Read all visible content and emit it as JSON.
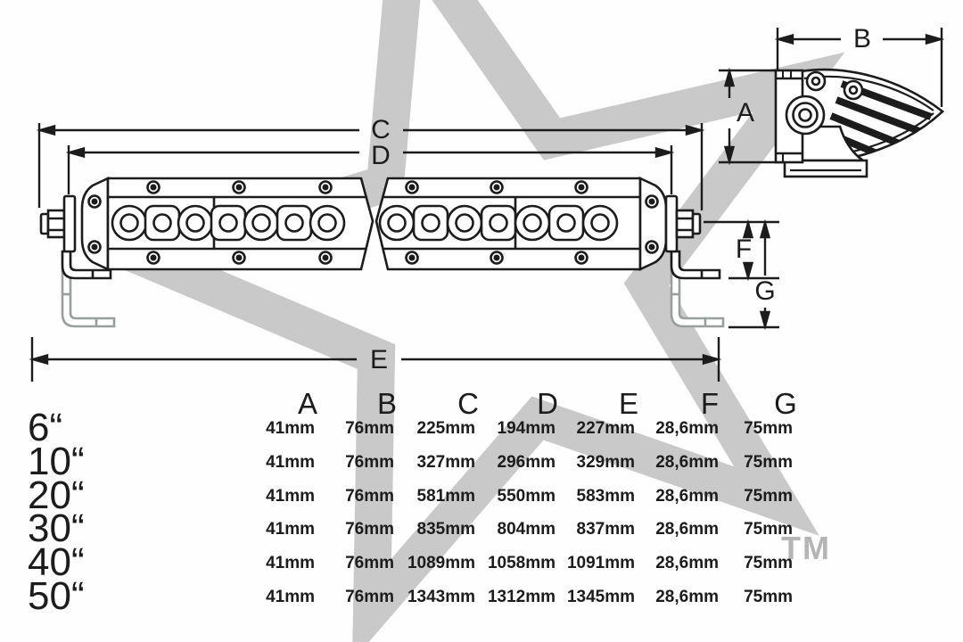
{
  "diagram": {
    "dims": {
      "A": "A",
      "B": "B",
      "C": "C",
      "D": "D",
      "E": "E",
      "F": "F",
      "G": "G"
    },
    "trademark": "TM"
  },
  "table": {
    "headers": [
      "A",
      "B",
      "C",
      "D",
      "E",
      "F",
      "G"
    ],
    "rows": [
      {
        "size": "6“",
        "values": [
          "41mm",
          "76mm",
          "225mm",
          "194mm",
          "227mm",
          "28,6mm",
          "75mm"
        ]
      },
      {
        "size": "10“",
        "values": [
          "41mm",
          "76mm",
          "327mm",
          "296mm",
          "329mm",
          "28,6mm",
          "75mm"
        ]
      },
      {
        "size": "20“",
        "values": [
          "41mm",
          "76mm",
          "581mm",
          "550mm",
          "583mm",
          "28,6mm",
          "75mm"
        ]
      },
      {
        "size": "30“",
        "values": [
          "41mm",
          "76mm",
          "835mm",
          "804mm",
          "837mm",
          "28,6mm",
          "75mm"
        ]
      },
      {
        "size": "40“",
        "values": [
          "41mm",
          "76mm",
          "1089mm",
          "1058mm",
          "1091mm",
          "28,6mm",
          "75mm"
        ]
      },
      {
        "size": "50“",
        "values": [
          "41mm",
          "76mm",
          "1343mm",
          "1312mm",
          "1345mm",
          "28,6mm",
          "75mm"
        ]
      }
    ]
  },
  "colors": {
    "line": "#1c1c1c",
    "watermark": "#c9c9c9",
    "bracket_gray": "#98a09e",
    "trademark_gray": "#b5b5b5"
  }
}
